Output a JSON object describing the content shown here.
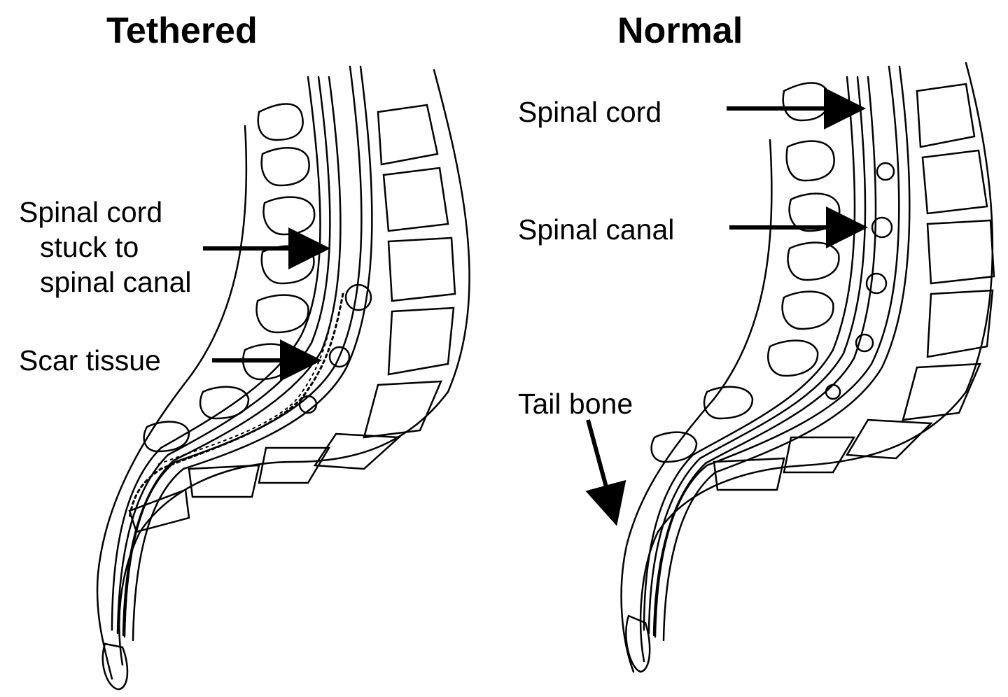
{
  "panels": {
    "tethered": {
      "title": "Tethered",
      "labels": {
        "cord_stuck": [
          "Spinal cord",
          "stuck to",
          "spinal canal"
        ],
        "scar_tissue": "Scar tissue"
      }
    },
    "normal": {
      "title": "Normal",
      "labels": {
        "spinal_cord": "Spinal cord",
        "spinal_canal": "Spinal canal",
        "tail_bone": "Tail bone"
      }
    }
  },
  "colors": {
    "line": "#000000",
    "background": "#ffffff"
  }
}
